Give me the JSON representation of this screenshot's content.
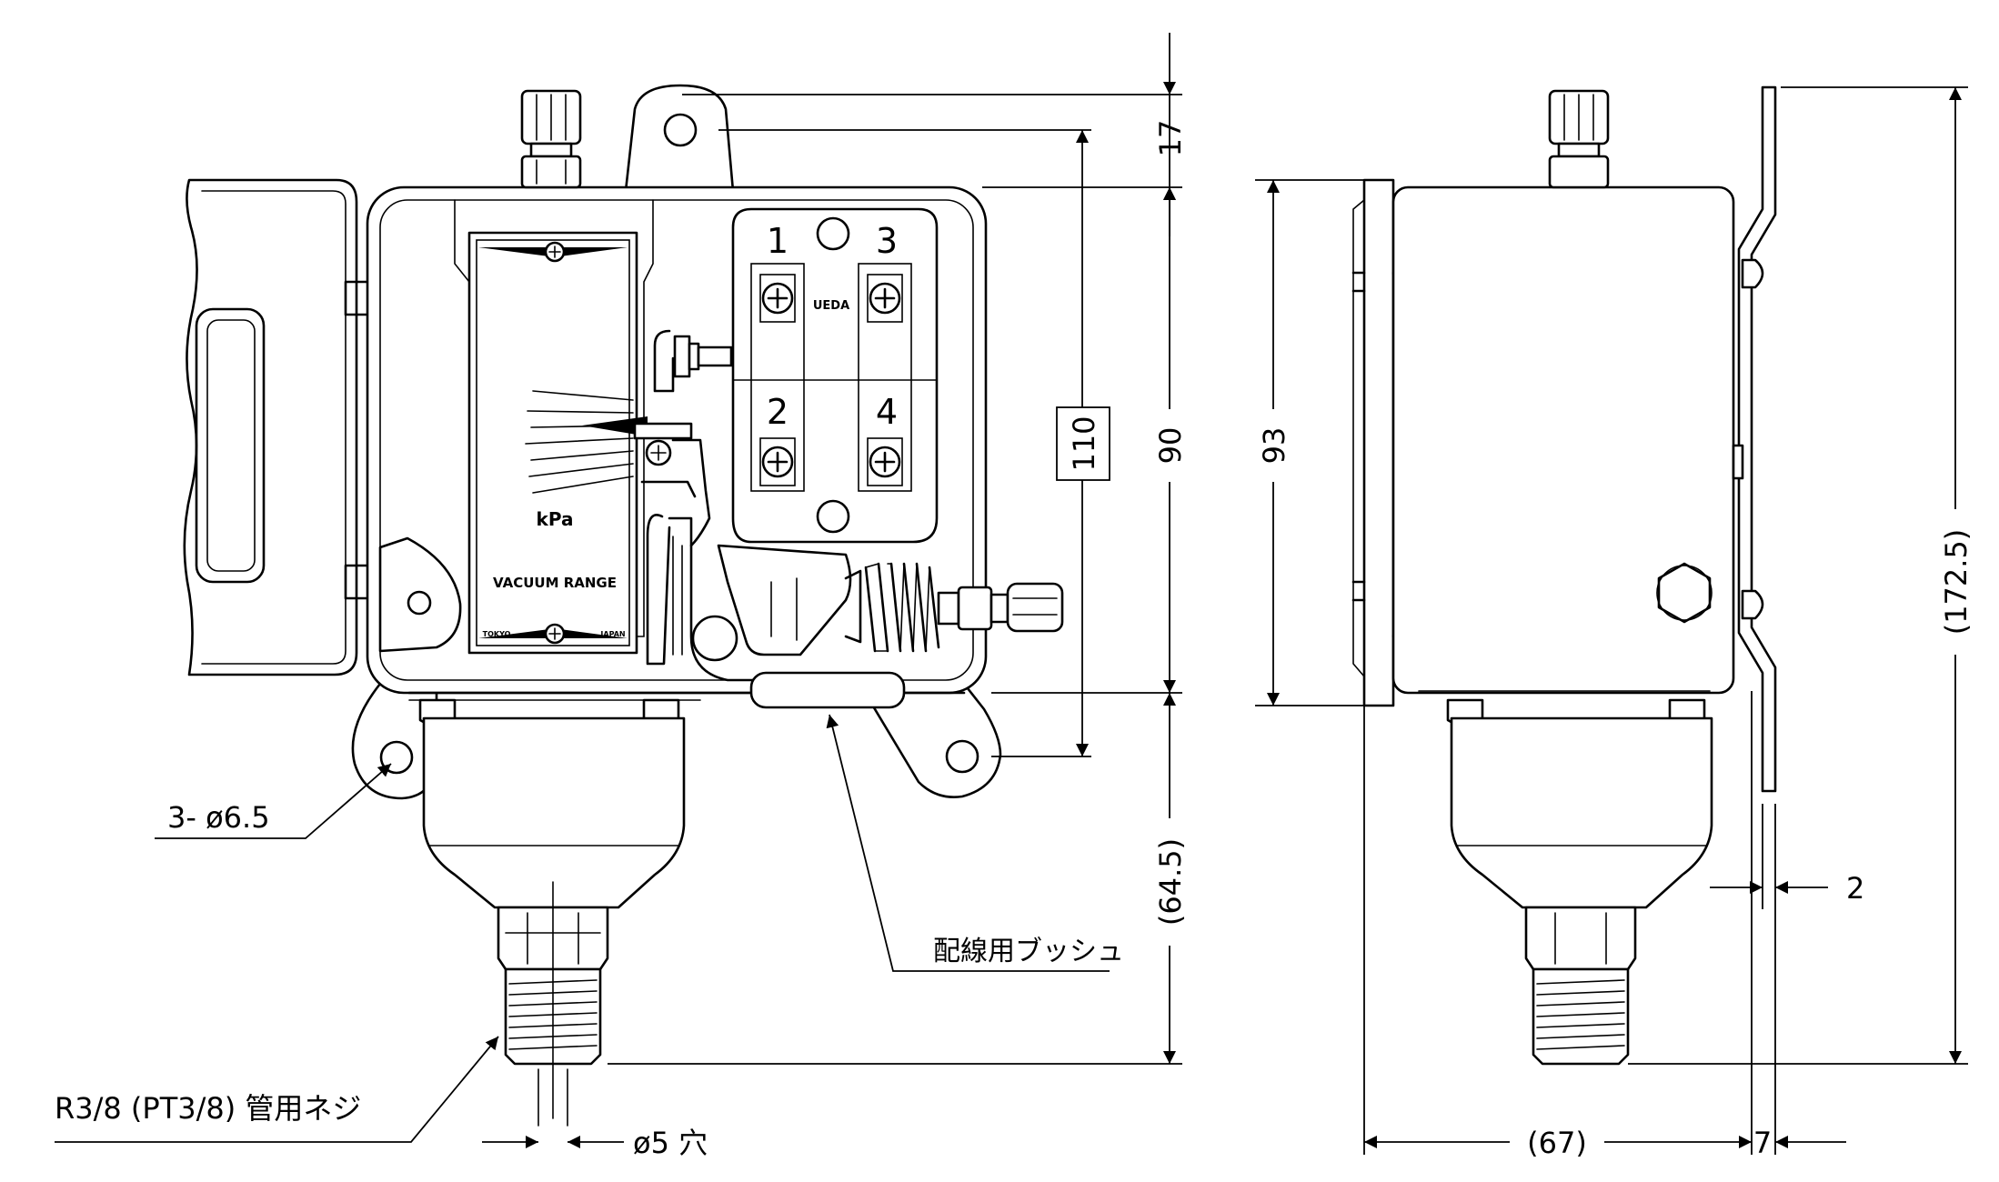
{
  "dimensions": {
    "d17": "17",
    "d90": "90",
    "d110": "110",
    "d64_5": "(64.5)",
    "d93": "93",
    "d172_5": "(172.5)",
    "d67": "(67)",
    "d7": "7",
    "d2": "2"
  },
  "callouts": {
    "holes": "3- ø6.5",
    "bushing": "配線用ブッシュ",
    "thread": "R3/8 (PT3/8) 管用ネジ",
    "bore": "ø5 穴"
  },
  "faceplate": {
    "unit": "kPa",
    "range": "VACUUM RANGE",
    "city": "TOKYO",
    "country": "JAPAN"
  },
  "terminals": {
    "t1": "1",
    "t2": "2",
    "t3": "3",
    "t4": "4",
    "brand": "UEDA"
  },
  "colors": {
    "line": "#000000",
    "background": "#ffffff"
  }
}
